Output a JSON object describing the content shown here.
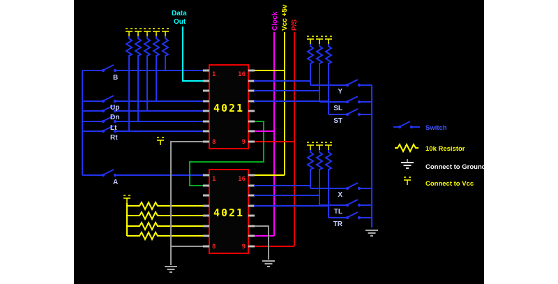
{
  "colors": {
    "background": "#000000",
    "wire_blue": "#2233ee",
    "resistor_yellow": "#ffff00",
    "chip_outline": "#ff0000",
    "chip_text": "#ffff00",
    "pin_text": "#ff2222",
    "data_out": "#00ffff",
    "clock": "#ff00ff",
    "vcc": "#ffff00",
    "ps": "#ff0000",
    "ground_wire": "#9a9a9a",
    "serial_link_green": "#00aa22",
    "switch_label": "#c8d0ff",
    "legend_switch_text": "#4455ff",
    "legend_ground_text": "#ffffff"
  },
  "chips": [
    {
      "name": "4021",
      "pin_top_left": "1",
      "pin_top_right": "16",
      "pin_bottom_left": "8",
      "pin_bottom_right": "9"
    },
    {
      "name": "4021",
      "pin_top_left": "1",
      "pin_top_right": "16",
      "pin_bottom_left": "8",
      "pin_bottom_right": "9"
    }
  ],
  "signals": {
    "data_out_line1": "Data",
    "data_out_line2": "Out",
    "clock": "Clock",
    "vcc": "Vcc +5v",
    "ps": "P/S"
  },
  "switches": {
    "left": [
      "B",
      "Up",
      "Dn",
      "Lt",
      "Rt",
      "A"
    ],
    "right_top": [
      "Y",
      "SL",
      "ST"
    ],
    "right_bottom": [
      "X",
      "TL",
      "TR"
    ]
  },
  "legend": {
    "switch": "Switch",
    "resistor": "10k Resistor",
    "ground": "Connect to Ground",
    "vcc": "Connect to Vcc"
  }
}
